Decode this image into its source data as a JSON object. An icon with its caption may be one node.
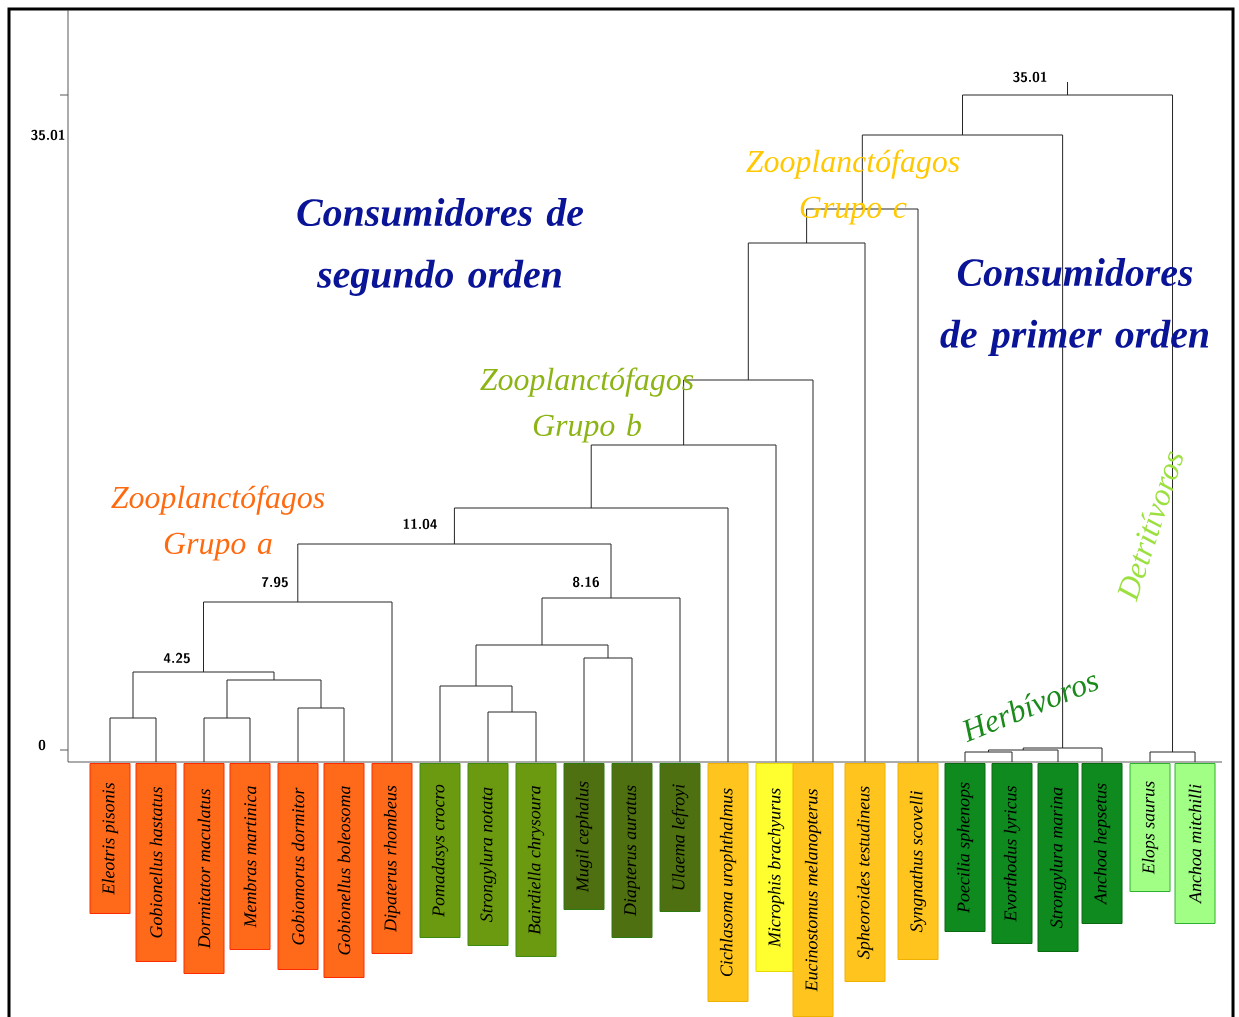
{
  "diagram": {
    "nodes": [
      {
        "text": [
          "Eleotris pisonis"
        ]
      },
      {
        "text": [
          "Gobionellus hastatus"
        ]
      },
      {
        "text": [
          "Dormitator maculatus"
        ]
      },
      {
        "text": [
          "Membras martinica"
        ]
      },
      {
        "text": [
          "Gobiomorus dormitor"
        ]
      },
      {
        "text": [
          "Gobionellus boleosoma"
        ]
      },
      {
        "text": [
          "Dipaterus rhombeus"
        ]
      },
      {
        "text": [
          "Pomadasys crocro"
        ]
      },
      {
        "text": [
          "Strongylura notata"
        ]
      },
      {
        "text": [
          "Bairdiella chrysoura"
        ]
      },
      {
        "text": [
          "Mugil cephalus"
        ]
      },
      {
        "text": [
          "Diapterus auratus"
        ]
      },
      {
        "text": [
          "Ulaema lefroyi"
        ]
      },
      {
        "text": [
          "Cichlasoma urophthalmus"
        ]
      },
      {
        "text": [
          "Microphis brachyurus"
        ]
      },
      {
        "text": [
          "Eucinostomus melanopterus"
        ]
      },
      {
        "text": [
          "Spheoroides testudineus"
        ]
      },
      {
        "text": [
          "Syngnathus scovelli"
        ]
      },
      {
        "text": [
          "Poecilia sphenops"
        ]
      },
      {
        "text": [
          "Evorthodus lyricus"
        ]
      },
      {
        "text": [
          "Strongylura marina"
        ]
      },
      {
        "text": [
          "Anchoa hepsetus"
        ]
      },
      {
        "text": [
          "Elops saurus"
        ]
      },
      {
        "text": [
          "Anchoa mitchilli"
        ]
      }
    ],
    "labels": [
      "35.01",
      "35.01",
      "Zooplanctófagos Grupo c",
      "Consumidores de segundo orden",
      "Consumidores de primer orden",
      "Zooplanctófagos Grupo b",
      "Detritívoros",
      "Zooplanctófagos Grupo a",
      "11.04",
      "7.95",
      "8.16",
      "4.25",
      "Herbívoros",
      "0"
    ]
  }
}
